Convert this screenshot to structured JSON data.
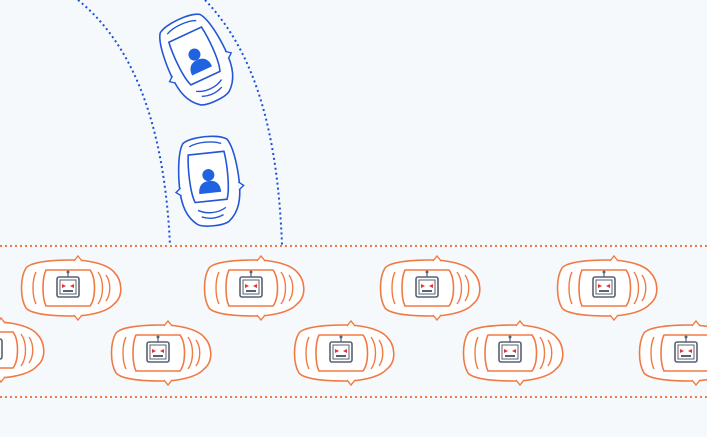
{
  "colors": {
    "background": "#f5f9fb",
    "human_lane": "#1e4fd8",
    "human_car_outline": "#2457d6",
    "human_icon": "#1f63e0",
    "robot_car_outline": "#f07a45",
    "robot_lane": "#f07a45",
    "robot_face": "#5a6270",
    "robot_eyes": "#e5322e"
  },
  "icons": {
    "human_car": "car-with-human-driver-icon",
    "robot_car": "car-with-robot-driver-icon"
  },
  "human_cars": [
    {
      "id": "human-car-1",
      "icon": "person-icon"
    },
    {
      "id": "human-car-2",
      "icon": "person-icon"
    }
  ],
  "robot_cars": [
    {
      "id": "robot-car-1",
      "icon": "robot-icon"
    },
    {
      "id": "robot-car-2",
      "icon": "robot-icon"
    },
    {
      "id": "robot-car-3",
      "icon": "robot-icon"
    },
    {
      "id": "robot-car-4",
      "icon": "robot-icon"
    },
    {
      "id": "robot-car-5",
      "icon": "robot-icon"
    },
    {
      "id": "robot-car-6",
      "icon": "robot-icon"
    },
    {
      "id": "robot-car-7",
      "icon": "robot-icon"
    },
    {
      "id": "robot-car-8",
      "icon": "robot-icon"
    },
    {
      "id": "robot-car-9",
      "icon": "robot-icon"
    }
  ]
}
